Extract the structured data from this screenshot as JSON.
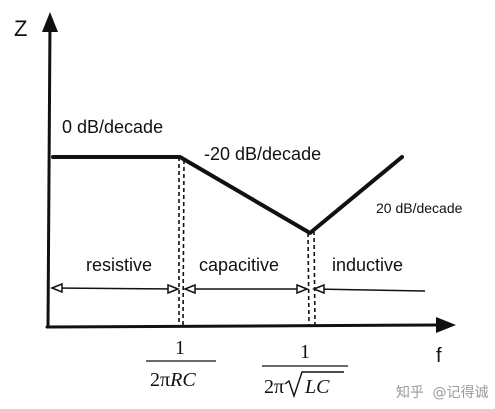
{
  "axes": {
    "y_label": "Z",
    "x_label": "f"
  },
  "slopes": {
    "flat": "0 dB/decade",
    "falling": "-20 dB/decade",
    "rising": "20 dB/decade"
  },
  "regions": {
    "left": "resistive",
    "middle": "capacitive",
    "right": "inductive"
  },
  "ticks": {
    "first": {
      "numerator": "1",
      "denominator_prefix": "2π",
      "denominator_var": "RC"
    },
    "second": {
      "numerator": "1",
      "denominator_prefix": "2π",
      "denominator_var": "LC"
    }
  },
  "watermark": {
    "site": "知乎",
    "handle": "@记得诚"
  }
}
